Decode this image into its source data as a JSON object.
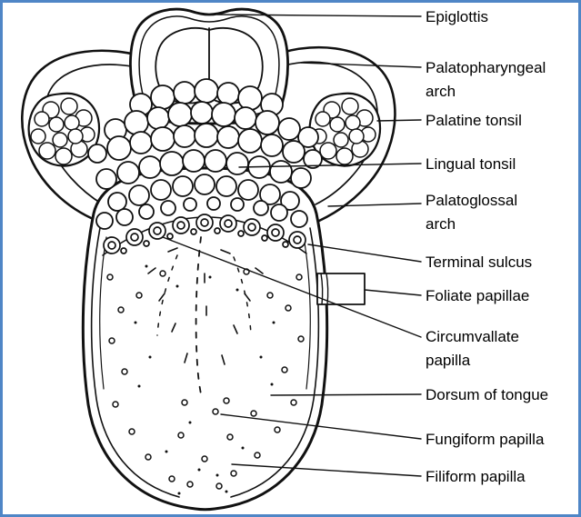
{
  "labels": [
    {
      "line1": "Epiglottis",
      "line2": ""
    },
    {
      "line1": "Palatopharyngeal",
      "line2": "arch"
    },
    {
      "line1": "Palatine tonsil",
      "line2": ""
    },
    {
      "line1": "Lingual tonsil",
      "line2": ""
    },
    {
      "line1": "Palatoglossal",
      "line2": "arch"
    },
    {
      "line1": "Terminal sulcus",
      "line2": ""
    },
    {
      "line1": "Foliate papillae",
      "line2": ""
    },
    {
      "line1": "Circumvallate",
      "line2": "papilla"
    },
    {
      "line1": "Dorsum of tongue",
      "line2": ""
    },
    {
      "line1": "Fungiform papilla",
      "line2": ""
    },
    {
      "line1": "Filiform papilla",
      "line2": ""
    }
  ],
  "colors": {
    "frame_border": "#4f86c6",
    "ink": "#111111",
    "background": "#ffffff"
  }
}
